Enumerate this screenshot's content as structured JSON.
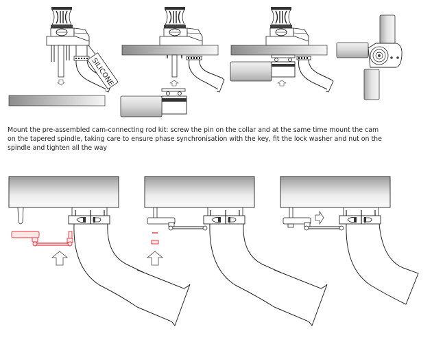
{
  "instructions": {
    "lines": [
      "Mount the pre-assembled cam-connecting rod kit: screw the pin on the collar and at the same time mount the cam",
      "on the tapered spindle, taking care to ensure phase synchronisation with the key, fit the lock washer and nut on the",
      "spindle and tighten all the way"
    ]
  },
  "labels": {
    "silicone": "SILICONE"
  },
  "colors": {
    "line": "#222222",
    "highlight": "#e8303a",
    "panel_dark": "#9a9a9a",
    "panel_light": "#f4f4f4"
  },
  "figures": {
    "top_row": [
      "apply-silicone",
      "fit-to-deck",
      "attach-motor",
      "motor-orientations"
    ],
    "bottom_row": [
      "insert-cam-rod-kit",
      "fit-lock-washer-nut",
      "tighten-assembly"
    ]
  }
}
